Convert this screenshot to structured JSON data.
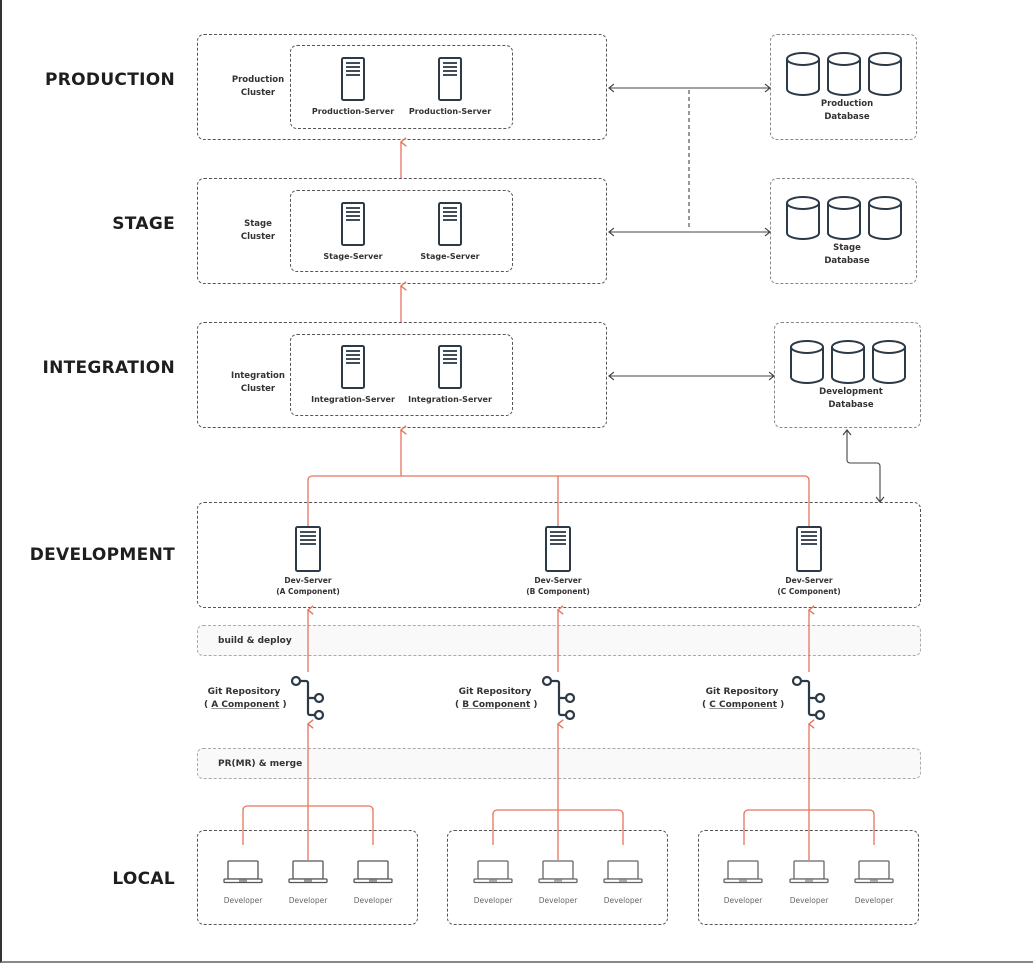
{
  "tiers": {
    "production": "PRODUCTION",
    "stage": "STAGE",
    "integration": "INTEGRATION",
    "development": "DEVELOPMENT",
    "local": "LOCAL"
  },
  "clusters": {
    "production": {
      "label_line1": "Production",
      "label_line2": "Cluster",
      "servers": [
        "Production-Server",
        "Production-Server"
      ]
    },
    "stage": {
      "label_line1": "Stage",
      "label_line2": "Cluster",
      "servers": [
        "Stage-Server",
        "Stage-Server"
      ]
    },
    "integration": {
      "label_line1": "Integration",
      "label_line2": "Cluster",
      "servers": [
        "Integration-Server",
        "Integration-Server"
      ]
    }
  },
  "databases": {
    "production": {
      "line1": "Production",
      "line2": "Database"
    },
    "stage": {
      "line1": "Stage",
      "line2": "Database"
    },
    "development": {
      "line1": "Development",
      "line2": "Database"
    }
  },
  "dev_servers": [
    {
      "name": "Dev-Server",
      "component": "(A Component)"
    },
    {
      "name": "Dev-Server",
      "component": "(B Component)"
    },
    {
      "name": "Dev-Server",
      "component": "(C Component)"
    }
  ],
  "bands": {
    "build": "build & deploy",
    "merge": "PR(MR) & merge"
  },
  "git_repos": [
    {
      "title": "Git Repository",
      "open": "( ",
      "component": "A Component",
      "close": " )"
    },
    {
      "title": "Git Repository",
      "open": "( ",
      "component": "B Component",
      "close": " )"
    },
    {
      "title": "Git Repository",
      "open": "( ",
      "component": "C Component",
      "close": " )"
    }
  ],
  "developers": {
    "label": "Developer",
    "groups": [
      [
        "Developer",
        "Developer",
        "Developer"
      ],
      [
        "Developer",
        "Developer",
        "Developer"
      ],
      [
        "Developer",
        "Developer",
        "Developer"
      ]
    ]
  },
  "colors": {
    "flow": "#e8735f",
    "icon": "#2c3a47",
    "connector": "#444444"
  }
}
